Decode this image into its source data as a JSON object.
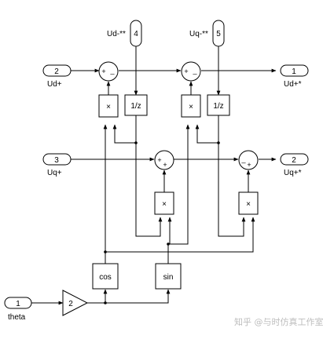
{
  "inports": [
    {
      "number": "2",
      "label": "Ud+"
    },
    {
      "number": "3",
      "label": "Uq+"
    },
    {
      "number": "1",
      "label": "theta"
    },
    {
      "number": "4",
      "label": "Ud-**"
    },
    {
      "number": "5",
      "label": "Uq-**"
    }
  ],
  "outports": [
    {
      "number": "1",
      "label": "Ud+*"
    },
    {
      "number": "2",
      "label": "Uq+*"
    }
  ],
  "blocks": {
    "delay1": "1/z",
    "delay2": "1/z",
    "product": "×",
    "cos": "cos",
    "sin": "sin",
    "gain": "2"
  },
  "sum_signs": {
    "plus": "+",
    "minus": "_"
  },
  "watermark": "知乎 @与时仿真工作室"
}
